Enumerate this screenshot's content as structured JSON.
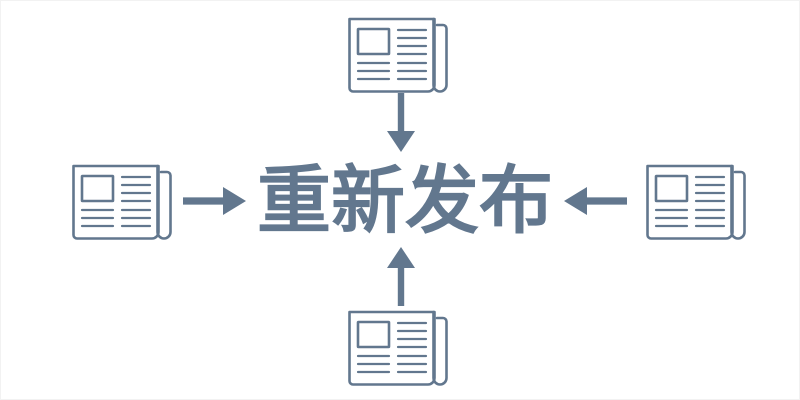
{
  "diagram": {
    "title_text": "重新发布",
    "accent_color": "#62778e",
    "background_color": "#ffffff",
    "layout": "radial-convergence",
    "center": {
      "name": "center-node",
      "label": "重新发布"
    },
    "sources": [
      {
        "id": "source-top",
        "icon": "newspaper-icon",
        "position": "top",
        "arrow_direction": "down"
      },
      {
        "id": "source-left",
        "icon": "newspaper-icon",
        "position": "left",
        "arrow_direction": "right"
      },
      {
        "id": "source-right",
        "icon": "newspaper-icon",
        "position": "right",
        "arrow_direction": "left"
      },
      {
        "id": "source-bottom",
        "icon": "newspaper-icon",
        "position": "bottom",
        "arrow_direction": "up"
      }
    ],
    "arrows": [
      {
        "id": "arrow-top-down",
        "direction": "down"
      },
      {
        "id": "arrow-left-right",
        "direction": "right"
      },
      {
        "id": "arrow-right-left",
        "direction": "left"
      },
      {
        "id": "arrow-bottom-up",
        "direction": "up"
      }
    ]
  }
}
